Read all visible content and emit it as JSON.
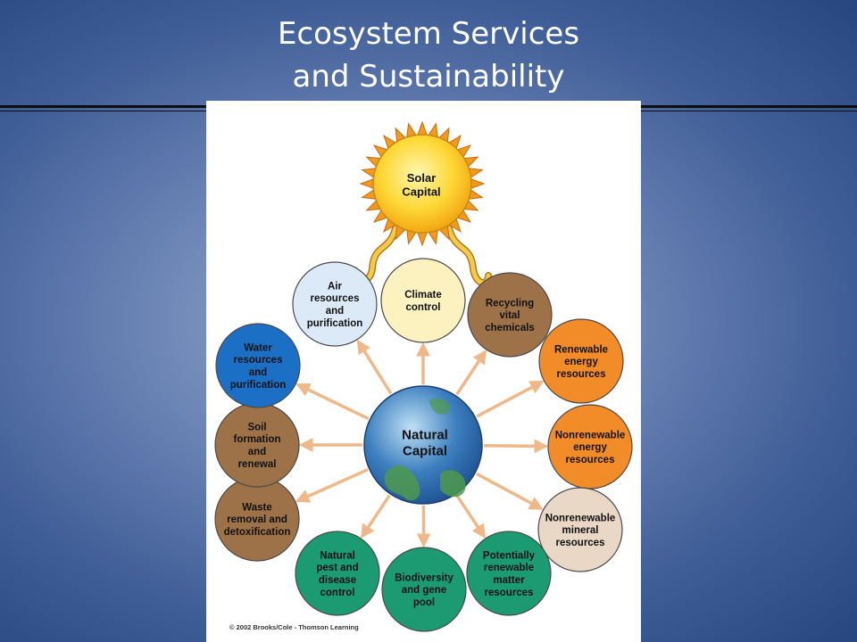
{
  "slide": {
    "title_line1": "Ecosystem Services",
    "title_line2": "and Sustainability"
  },
  "diagram": {
    "sun": {
      "lines": [
        "Solar",
        "Capital"
      ],
      "color": "#fdd835"
    },
    "center": {
      "lines": [
        "Natural",
        "Capital"
      ],
      "color": "#3c7fbf"
    },
    "services": [
      {
        "id": "air",
        "lines": [
          "Air",
          "resources",
          "and",
          "purification"
        ],
        "color": "#dce9f7",
        "text_color": "#111111"
      },
      {
        "id": "climate",
        "lines": [
          "Climate",
          "control"
        ],
        "color": "#fbf2bf",
        "text_color": "#111111"
      },
      {
        "id": "recycling",
        "lines": [
          "Recycling",
          "vital",
          "chemicals"
        ],
        "color": "#9e7248",
        "text_color": "#111111"
      },
      {
        "id": "renewable-energy",
        "lines": [
          "Renewable",
          "energy",
          "resources"
        ],
        "color": "#f28c28",
        "text_color": "#111111"
      },
      {
        "id": "nonrenewable-energy",
        "lines": [
          "Nonrenewable",
          "energy",
          "resources"
        ],
        "color": "#f28c28",
        "text_color": "#111111"
      },
      {
        "id": "nonrenewable-mineral",
        "lines": [
          "Nonrenewable",
          "mineral",
          "resources"
        ],
        "color": "#ead8c6",
        "text_color": "#111111"
      },
      {
        "id": "potentially-renewable",
        "lines": [
          "Potentially",
          "renewable",
          "matter",
          "resources"
        ],
        "color": "#1c9a72",
        "text_color": "#111111"
      },
      {
        "id": "biodiversity",
        "lines": [
          "Biodiversity",
          "and gene",
          "pool"
        ],
        "color": "#1c9a72",
        "text_color": "#111111"
      },
      {
        "id": "pest-control",
        "lines": [
          "Natural",
          "pest and",
          "disease",
          "control"
        ],
        "color": "#1c9a72",
        "text_color": "#111111"
      },
      {
        "id": "waste",
        "lines": [
          "Waste",
          "removal and",
          "detoxification"
        ],
        "color": "#9e7248",
        "text_color": "#111111"
      },
      {
        "id": "soil",
        "lines": [
          "Soil",
          "formation",
          "and",
          "renewal"
        ],
        "color": "#9e7248",
        "text_color": "#111111"
      },
      {
        "id": "water",
        "lines": [
          "Water",
          "resources",
          "and",
          "purification"
        ],
        "color": "#1b6fc4",
        "text_color": "#111111"
      }
    ],
    "arrow_color": "#f0b888",
    "copyright": "© 2002 Brooks/Cole - Thomson Learning"
  }
}
